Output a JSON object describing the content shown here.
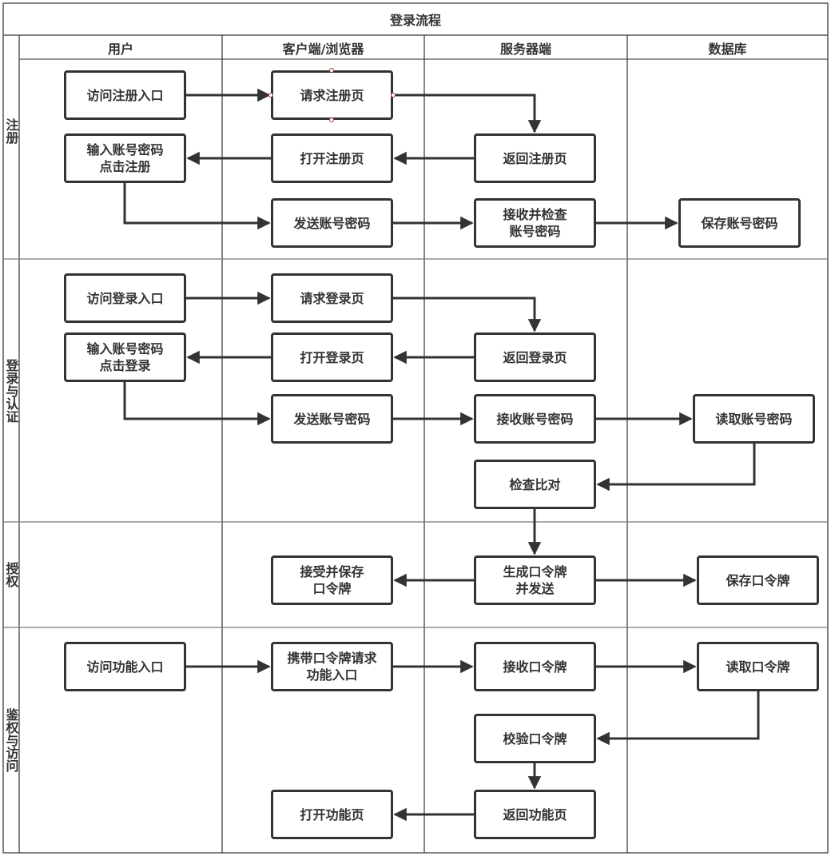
{
  "diagram": {
    "title": "登录流程",
    "columns": [
      "用户",
      "客户端/浏览器",
      "服务器端",
      "数据库"
    ],
    "lanes": [
      {
        "id": "register",
        "label": "注册"
      },
      {
        "id": "login",
        "label": "登录与认证"
      },
      {
        "id": "authorize",
        "label": "授权"
      },
      {
        "id": "access",
        "label": "鉴权与访问"
      }
    ],
    "nodes": {
      "visit_reg": "访问注册入口",
      "req_reg": "请求注册页",
      "return_reg": "返回注册页",
      "open_reg": "打开注册页",
      "input_reg": "输入账号密码\n点击注册",
      "send_reg": "发送账号密码",
      "recv_check": "接收并检查\n账号密码",
      "save_acct": "保存账号密码",
      "visit_login": "访问登录入口",
      "req_login": "请求登录页",
      "return_login": "返回登录页",
      "open_login": "打开登录页",
      "input_login": "输入账号密码\n点击登录",
      "send_login": "发送账号密码",
      "recv_login": "接收账号密码",
      "read_acct": "读取账号密码",
      "check": "检查比对",
      "gen_token": "生成口令牌\n并发送",
      "accept_token": "接受并保存\n口令牌",
      "save_token": "保存口令牌",
      "visit_func": "访问功能入口",
      "carry_token": "携带口令牌请求\n功能入口",
      "recv_token": "接收口令牌",
      "read_token": "读取口令牌",
      "verify_token": "校验口令牌",
      "return_func": "返回功能页",
      "open_func": "打开功能页"
    },
    "edges": [
      [
        "visit_reg",
        "req_reg"
      ],
      [
        "req_reg",
        "return_reg"
      ],
      [
        "return_reg",
        "open_reg"
      ],
      [
        "open_reg",
        "input_reg"
      ],
      [
        "input_reg",
        "send_reg"
      ],
      [
        "send_reg",
        "recv_check"
      ],
      [
        "recv_check",
        "save_acct"
      ],
      [
        "visit_login",
        "req_login"
      ],
      [
        "req_login",
        "return_login"
      ],
      [
        "return_login",
        "open_login"
      ],
      [
        "open_login",
        "input_login"
      ],
      [
        "input_login",
        "send_login"
      ],
      [
        "send_login",
        "recv_login"
      ],
      [
        "recv_login",
        "read_acct"
      ],
      [
        "read_acct",
        "check"
      ],
      [
        "check",
        "gen_token"
      ],
      [
        "gen_token",
        "accept_token"
      ],
      [
        "gen_token",
        "save_token"
      ],
      [
        "visit_func",
        "carry_token"
      ],
      [
        "carry_token",
        "recv_token"
      ],
      [
        "recv_token",
        "read_token"
      ],
      [
        "read_token",
        "verify_token"
      ],
      [
        "verify_token",
        "return_func"
      ],
      [
        "return_func",
        "open_func"
      ]
    ],
    "colors": {
      "line": "#333333",
      "grid": "#555555",
      "handle": "#b23a3a"
    }
  }
}
